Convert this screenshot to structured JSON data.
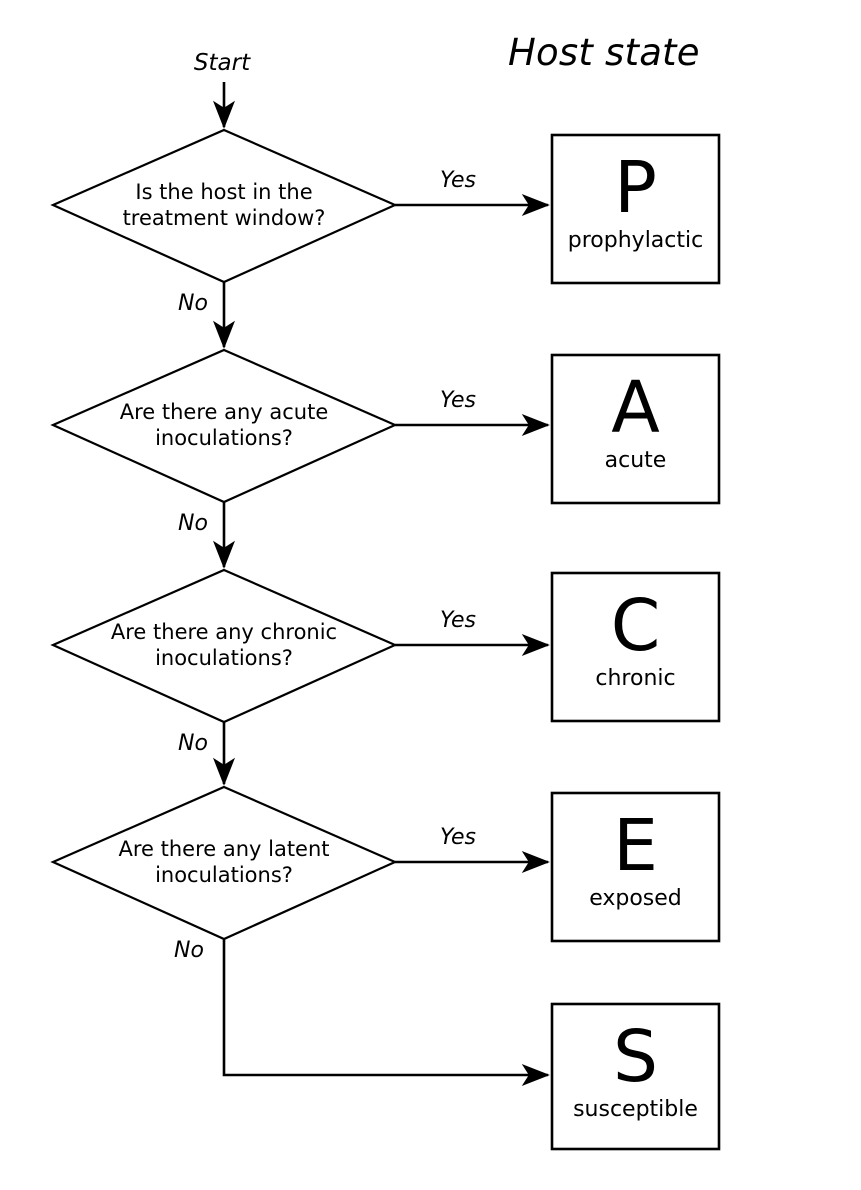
{
  "diagram": {
    "title": "Host state",
    "start_label": "Start",
    "yes_label": "Yes",
    "no_label": "No",
    "stroke_color": "#000000",
    "background_color": "#ffffff",
    "decisions": [
      {
        "id": "treatment-window",
        "line1": "Is the host in the",
        "line2": "treatment window?",
        "yes_target": "P",
        "no_target": "acute-inoculations"
      },
      {
        "id": "acute-inoculations",
        "line1": "Are there any acute",
        "line2": "inoculations?",
        "yes_target": "A",
        "no_target": "chronic-inoculations"
      },
      {
        "id": "chronic-inoculations",
        "line1": "Are there any chronic",
        "line2": "inoculations?",
        "yes_target": "C",
        "no_target": "latent-inoculations"
      },
      {
        "id": "latent-inoculations",
        "line1": "Are there any latent",
        "line2": "inoculations?",
        "yes_target": "E",
        "no_target": "S"
      }
    ],
    "states": [
      {
        "id": "P",
        "letter": "P",
        "name": "prophylactic"
      },
      {
        "id": "A",
        "letter": "A",
        "name": "acute"
      },
      {
        "id": "C",
        "letter": "C",
        "name": "chronic"
      },
      {
        "id": "E",
        "letter": "E",
        "name": "exposed"
      },
      {
        "id": "S",
        "letter": "S",
        "name": "susceptible"
      }
    ]
  }
}
